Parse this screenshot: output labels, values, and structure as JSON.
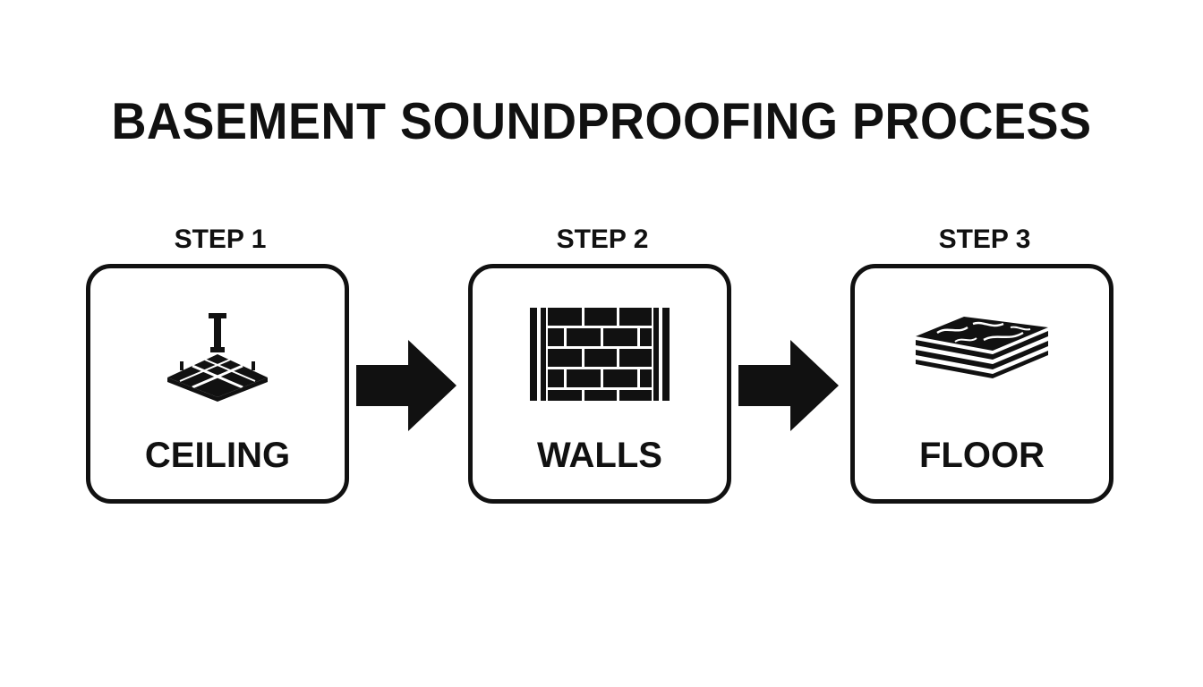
{
  "title": "BASEMENT SOUNDPROOFING PROCESS",
  "colors": {
    "ink": "#111111",
    "background": "#ffffff"
  },
  "steps": [
    {
      "step": "STEP 1",
      "label": "CEILING",
      "icon": "ceiling-tile-icon"
    },
    {
      "step": "STEP 2",
      "label": "WALLS",
      "icon": "brick-wall-icon"
    },
    {
      "step": "STEP 3",
      "label": "FLOOR",
      "icon": "floor-layers-icon"
    }
  ],
  "connectors": [
    {
      "from": "STEP 1",
      "to": "STEP 2",
      "icon": "arrow-right-icon"
    },
    {
      "from": "STEP 2",
      "to": "STEP 3",
      "icon": "arrow-right-icon"
    }
  ]
}
